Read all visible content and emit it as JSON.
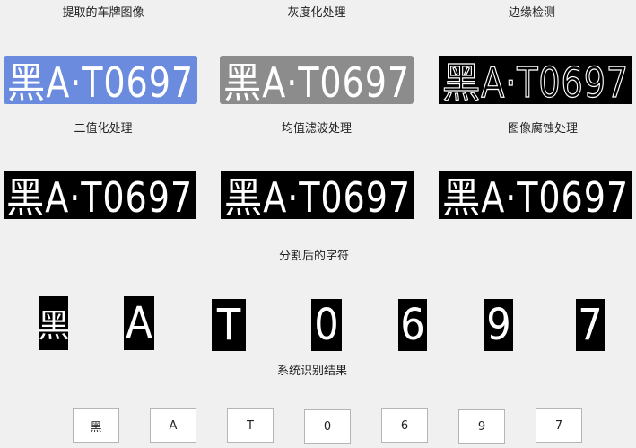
{
  "panels": {
    "extracted": {
      "title": "提取的车牌图像",
      "plate": "黑A·T0697"
    },
    "grayscale": {
      "title": "灰度化处理",
      "plate": "黑A·T0697"
    },
    "edge": {
      "title": "边缘检测",
      "plate": "黑A·T0697"
    },
    "binarize": {
      "title": "二值化处理",
      "plate": "黑A·T0697"
    },
    "mean_filter": {
      "title": "均值滤波处理",
      "plate": "黑A·T0697"
    },
    "erosion": {
      "title": "图像腐蚀处理",
      "plate": "黑A·T0697"
    }
  },
  "segmented": {
    "title": "分割后的字符",
    "chars": [
      "黑",
      "A",
      "T",
      "0",
      "6",
      "9",
      "7"
    ]
  },
  "result": {
    "title": "系统识别结果",
    "chars": [
      "黑",
      "A",
      "T",
      "0",
      "6",
      "9",
      "7"
    ]
  },
  "colors": {
    "plate_blue": "#6b8bde",
    "plate_gray": "#8c8c8c",
    "binary_bg": "#000000",
    "binary_fg": "#ffffff",
    "window_bg": "#f0f0f0"
  }
}
